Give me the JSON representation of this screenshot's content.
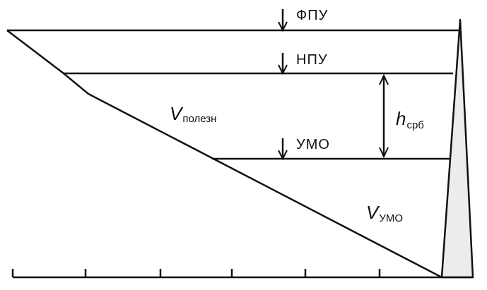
{
  "levels": {
    "fpu": "ФПУ",
    "npu": "НПУ",
    "umo": "УМО"
  },
  "volumes": {
    "useful": {
      "symbol": "V",
      "subscript": "полезн"
    },
    "dead": {
      "symbol": "V",
      "subscript": "УМО"
    }
  },
  "depth": {
    "symbol": "h",
    "subscript": "срб"
  },
  "colors": {
    "ink": "#111111",
    "dam_fill": "#ececec",
    "background": "#ffffff"
  }
}
